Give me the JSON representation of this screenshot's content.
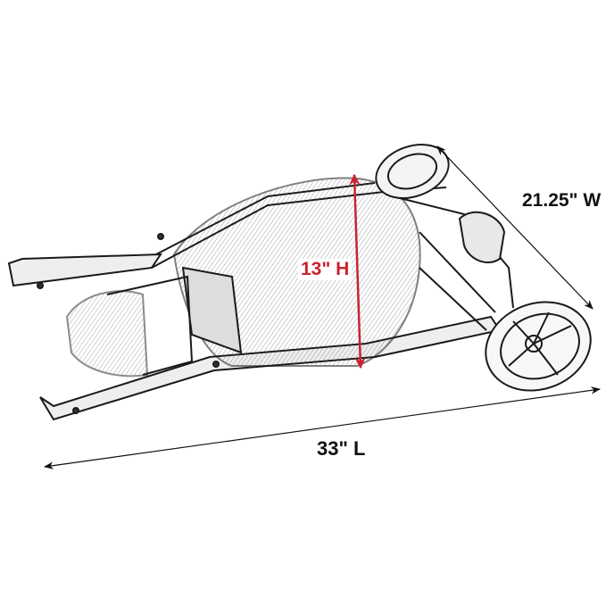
{
  "diagram": {
    "subject": "folded stroller",
    "style": "pencil sketch line art",
    "dimensions": {
      "width": {
        "label": "21.25\" W",
        "value": 21.25,
        "unit": "in"
      },
      "length": {
        "label": "33\" L",
        "value": 33,
        "unit": "in"
      },
      "height": {
        "label": "13\" H",
        "value": 13,
        "unit": "in"
      }
    },
    "colors": {
      "height_arrow": "#c8242f",
      "dimension_lines": "#111111",
      "background": "#ffffff"
    }
  }
}
